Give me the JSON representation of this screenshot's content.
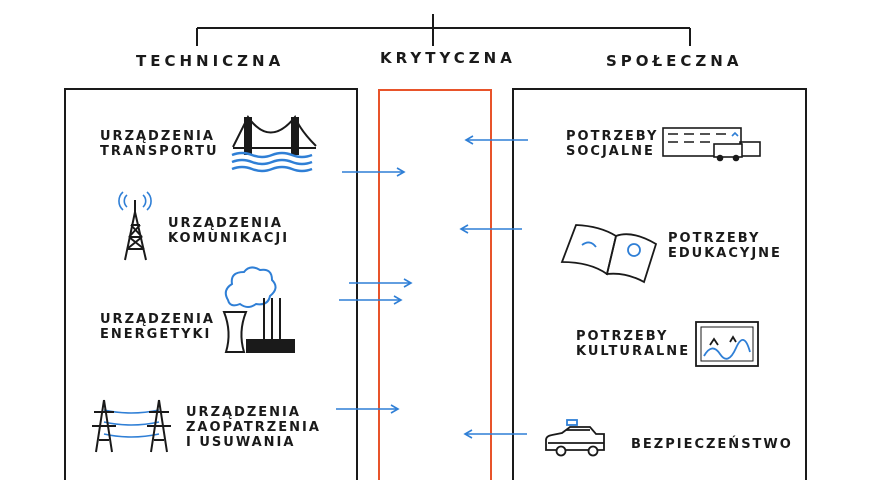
{
  "headers": {
    "techniczna": "Techniczna",
    "krytyczna": "Krytyczna",
    "spoleczna": "Społeczna"
  },
  "techniczna": {
    "transport": [
      "URZĄDZENIA",
      "TRANSPORTU"
    ],
    "komunikacja": [
      "URZĄDZENIA",
      "KOMUNIKACJI"
    ],
    "energetyka": [
      "URZĄDZENIA",
      "ENERGETYKI"
    ],
    "zaopatrzenie": [
      "URZĄDZENIA",
      "ZAOPATRZENIA",
      "I USUWANIA"
    ]
  },
  "spoleczna": {
    "socjalne": [
      "POTRZEBY",
      "SOCJALNE"
    ],
    "edukacyjne": [
      "POTRZEBY",
      "EDUKACYJNE"
    ],
    "kulturalne": [
      "POTRZEBY",
      "KULTURALNE"
    ],
    "bezpieczenstwo": [
      "BEZPIECZEŃSTWO"
    ]
  },
  "colors": {
    "ink": "#1a1a1a",
    "arrow": "#2f7fd6",
    "critical": "#e8532a"
  },
  "icons": [
    "bridge-icon",
    "radio-tower-icon",
    "power-plant-icon",
    "power-line-icon",
    "hospital-icon",
    "book-icon",
    "painting-icon",
    "police-car-icon"
  ]
}
